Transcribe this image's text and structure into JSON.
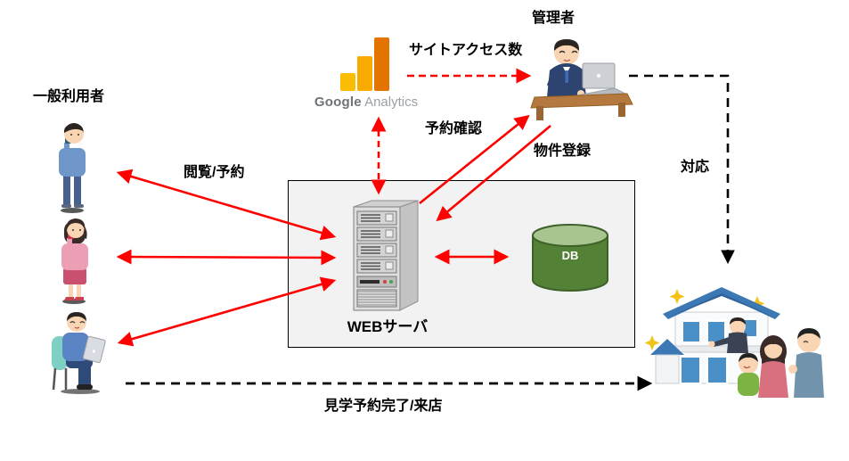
{
  "labels": {
    "general_users": "一般利用者",
    "admin": "管理者",
    "site_access": "サイトアクセス数",
    "browse_reserve": "閲覧/予約",
    "reserve_confirm": "予約確認",
    "property_register": "物件登録",
    "response": "対応",
    "web_server": "WEBサーバ",
    "db": "DB",
    "visit_complete": "見学予約完了/来店"
  },
  "brand": {
    "google": "Google",
    "analytics": " Analytics"
  },
  "colors": {
    "arrow_red": "#FF0000",
    "arrow_black": "#000000",
    "server_box_bg": "#F2F2F2",
    "db_body_green": "#538135",
    "db_top_green": "#A9C58F",
    "db_border_green": "#3E6029",
    "ga_bar_light": "#FBBC04",
    "ga_bar_mid": "#F9AB00",
    "ga_bar_dark": "#E37400"
  },
  "icons": {
    "google_analytics": "ga-bars-icon",
    "web_server": "server-tower-icon",
    "database": "db-cylinder-icon",
    "admin": "admin-at-laptop-illustration",
    "user1": "man-with-smartphone-illustration",
    "user2": "woman-with-smartphone-illustration",
    "user3": "man-with-tablet-illustration",
    "visit": "house-tour-family-illustration"
  }
}
